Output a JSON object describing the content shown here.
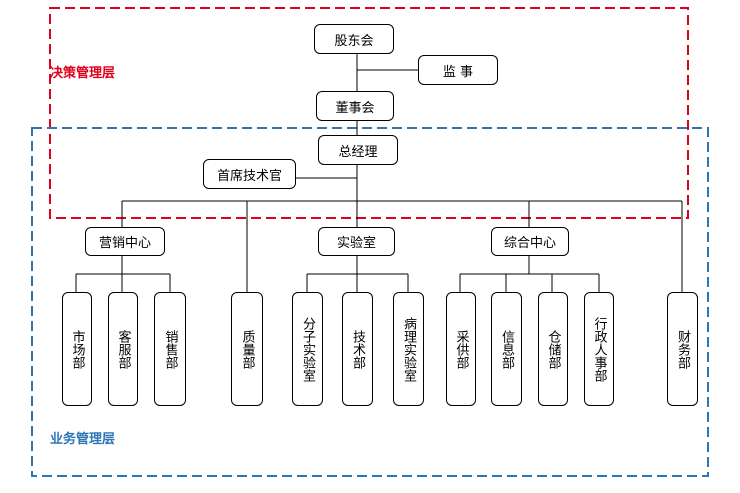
{
  "layers": {
    "decision": {
      "label": "决策管理层",
      "color": "#e0001b"
    },
    "business": {
      "label": "业务管理层",
      "color": "#2e75b6"
    }
  },
  "nodes": {
    "shareholders": "股东会",
    "supervisor": "监 事",
    "board": "董事会",
    "gm": "总经理",
    "cto": "首席技术官",
    "marketing": "营销中心",
    "lab": "实验室",
    "general": "综合中心",
    "market": "市场部",
    "cs": "客服部",
    "sales": "销售部",
    "quality": "质量部",
    "molecular": "分子实验室",
    "tech": "技术部",
    "pathology": "病理实验室",
    "purchasing": "采供部",
    "info": "信息部",
    "storage": "仓储部",
    "admin_hr": "行政人事部",
    "finance": "财务部"
  }
}
